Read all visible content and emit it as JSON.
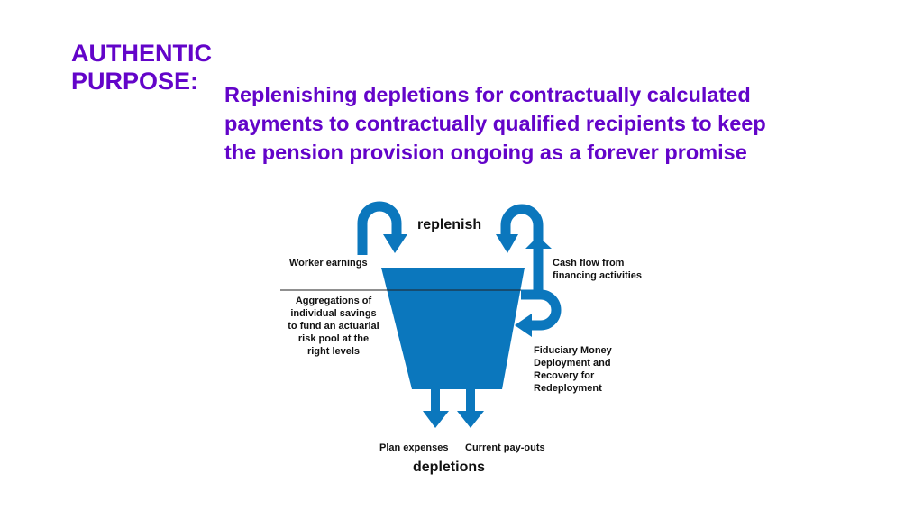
{
  "title": {
    "line1": "AUTHENTIC",
    "line2": "PURPOSE:"
  },
  "subtitle": {
    "lines": [
      "Replenishing depletions for contractually calculated",
      "payments to contractually qualified recipients to keep",
      "the pension provision ongoing as a forever promise"
    ]
  },
  "diagram": {
    "top_label": "replenish",
    "bottom_label": "depletions",
    "worker_earnings": "Worker earnings",
    "aggregations": [
      "Aggregations of",
      "individual savings",
      "to fund an actuarial",
      "risk pool at the",
      "right levels"
    ],
    "cash_flow": [
      "Cash flow from",
      "financing activities"
    ],
    "fiduciary": [
      "Fiduciary Money",
      "Deployment and",
      "Recovery for",
      "Redeployment"
    ],
    "plan_expenses": "Plan expenses",
    "current_payouts": "Current pay-outs"
  },
  "colors": {
    "accent": "#6304c9",
    "flow": "#0b77bd"
  }
}
